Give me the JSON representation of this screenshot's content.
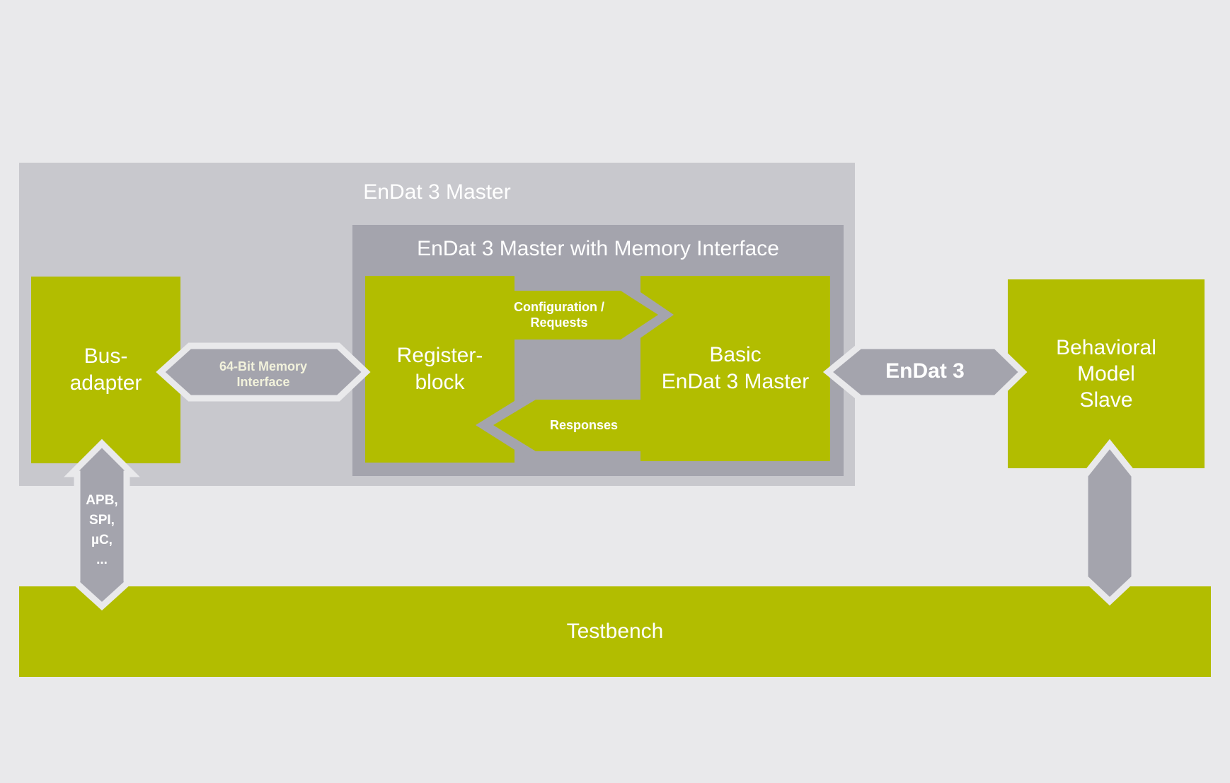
{
  "diagram": {
    "outer_box": {
      "title": "EnDat 3 Master"
    },
    "inner_box": {
      "title": "EnDat 3 Master with Memory Interface"
    },
    "blocks": {
      "bus_adapter": {
        "lines": [
          "Bus-",
          "adapter"
        ]
      },
      "register_block": {
        "lines": [
          "Register-",
          "block"
        ]
      },
      "basic_endat3_master": {
        "lines": [
          "Basic",
          "EnDat 3 Master"
        ]
      },
      "behavioral_model_slave": {
        "lines": [
          "Behavioral",
          "Model",
          "Slave"
        ]
      },
      "testbench": {
        "label": "Testbench"
      }
    },
    "arrows": {
      "memory_interface": {
        "lines": [
          "64-Bit Memory",
          "Interface"
        ],
        "direction": "bidirectional"
      },
      "configuration_requests": {
        "lines": [
          "Configuration /",
          "Requests"
        ],
        "direction": "right"
      },
      "responses": {
        "label": "Responses",
        "direction": "left"
      },
      "endat3": {
        "label": "EnDat 3",
        "direction": "bidirectional"
      },
      "bus_protocols": {
        "lines": [
          "APB,",
          "SPI,",
          "µC,",
          "..."
        ],
        "direction": "bidirectional"
      },
      "slave_to_testbench": {
        "label": "",
        "direction": "bidirectional"
      }
    }
  },
  "colors": {
    "bg": "#e9e9eb",
    "green": "#b2bd00",
    "gray_dark": "#a4a4ad",
    "gray_light": "#c8c8cd",
    "text_light": "#ffffff",
    "text_cream": "#f2f2dc"
  }
}
